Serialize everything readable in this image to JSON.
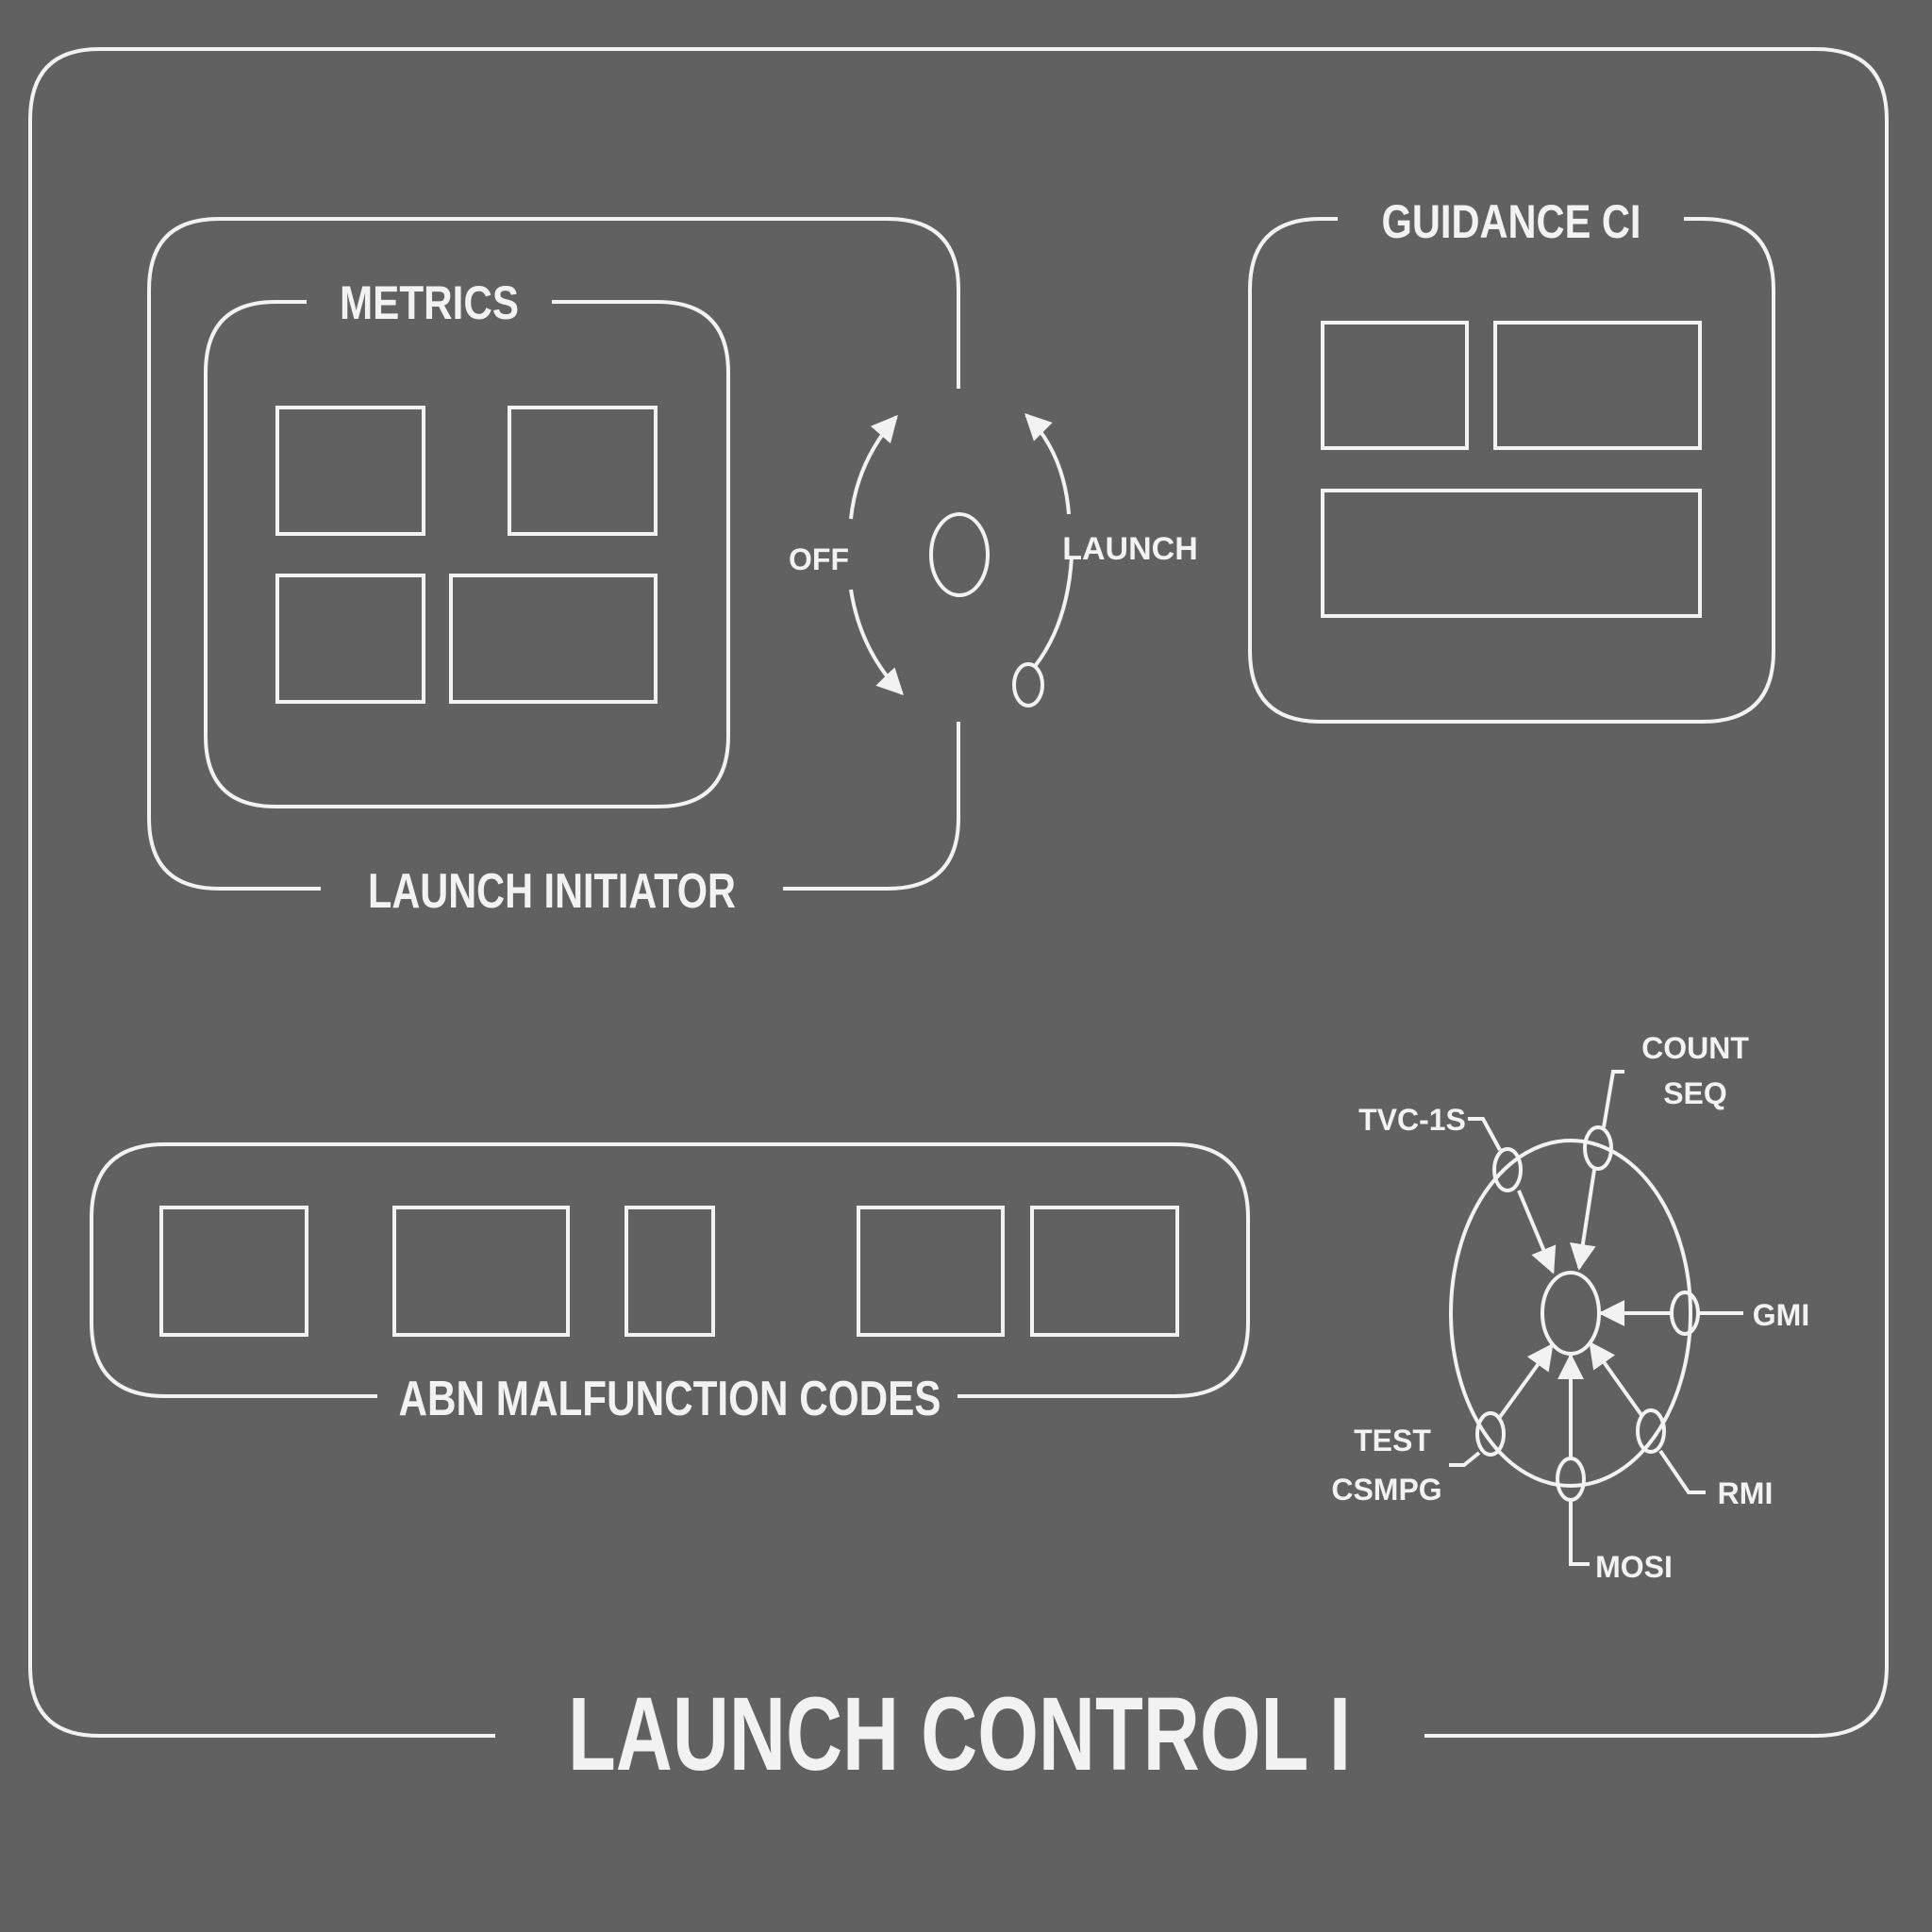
{
  "panel": {
    "title": "LAUNCH CONTROL I",
    "colors": {
      "background": "#616161",
      "line": "#f2f2f2",
      "shading": "#6e6e6e"
    }
  },
  "launch_initiator": {
    "label": "LAUNCH INITIATOR",
    "metrics": {
      "label": "METRICS",
      "display_count": 4
    },
    "key_switch": {
      "off_label": "OFF",
      "launch_label": "LAUNCH"
    }
  },
  "guidance": {
    "label": "GUIDANCE CI",
    "display_count": 3
  },
  "malfunction": {
    "label": "ABN MALFUNCTION CODES",
    "display_count": 5
  },
  "selector": {
    "positions": {
      "count_seq": [
        "COUNT",
        "SEQ"
      ],
      "tvc": "TVC-1S",
      "gmi": "GMI",
      "rmi": "RMI",
      "mosi": "MOSI",
      "csmpg_test": [
        "TEST",
        "CSMPG"
      ]
    }
  }
}
